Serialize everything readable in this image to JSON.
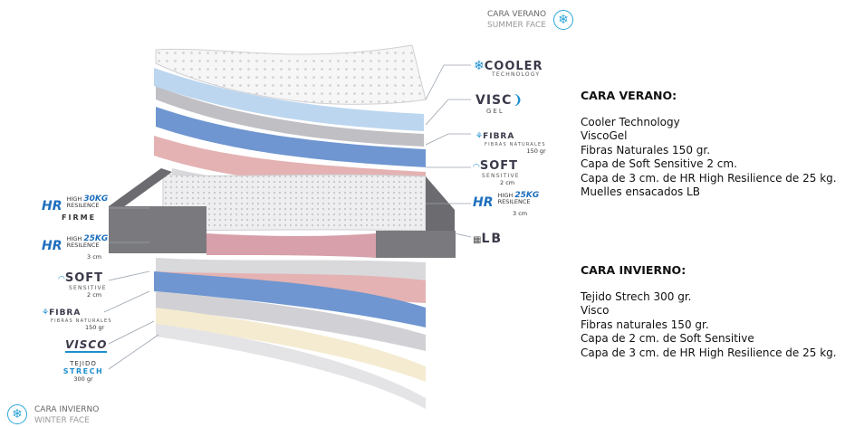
{
  "summer_face": {
    "line1": "CARA VERANO",
    "line2": "SUMMER FACE",
    "icon": "snowflake-icon"
  },
  "winter_face": {
    "line1": "CARA INVIERNO",
    "line2": "WINTER FACE",
    "icon": "snowflake-icon"
  },
  "summer_panel": {
    "title": "CARA VERANO:",
    "items": [
      "Cooler Technology",
      "ViscoGel",
      "Fibras Naturales 150 gr.",
      "Capa de Soft Sensitive 2 cm.",
      "Capa de 3 cm. de HR High Resilience de 25 kg.",
      "Muelles ensacados LB"
    ]
  },
  "winter_panel": {
    "title": "CARA INVIERNO:",
    "items": [
      "Tejido Strech 300 gr.",
      "Visco",
      "Fibras naturales 150 gr.",
      "Capa de 2 cm. de Soft Sensitive",
      "Capa de 3 cm. de HR High Resilience de 25 kg."
    ]
  },
  "logos_right": {
    "cooler": {
      "main": "COOLER",
      "sub": "TECHNOLOGY"
    },
    "visco_gel": {
      "main": "VISC",
      "sub": "GEL"
    },
    "fibra": {
      "main": "FIBRA",
      "sub": "FIBRAS NATURALES",
      "spec": "150 gr"
    },
    "soft": {
      "main": "SOFT",
      "sub": "SENSITIVE",
      "spec": "2 cm"
    },
    "hr25": {
      "mark": "HR",
      "kg": "25KG",
      "l1": "HIGH",
      "l2": "RESILENCE",
      "spec": "3 cm"
    },
    "lb": {
      "main": "LB"
    }
  },
  "logos_left": {
    "hr30": {
      "mark": "HR",
      "kg": "30KG",
      "l1": "HIGH",
      "l2": "RESILENCE",
      "spec": "FIRME"
    },
    "hr25": {
      "mark": "HR",
      "kg": "25KG",
      "l1": "HIGH",
      "l2": "RESILENCE",
      "spec": "3 cm"
    },
    "soft": {
      "main": "SOFT",
      "sub": "SENSITIVE",
      "spec": "2 cm"
    },
    "fibra": {
      "main": "FIBRA",
      "sub": "FIBRAS NATURALES",
      "spec": "150 gr"
    },
    "visco": {
      "main": "VISCO"
    },
    "tejido": {
      "l1": "TEJIDO",
      "l2": "STRECH",
      "spec": "300 gr"
    }
  },
  "colors": {
    "accent_blue": "#1d8fce",
    "layer_blue": "#6f96d1",
    "layer_light_blue": "#bcd6ef",
    "layer_pink": "#e4b2b2",
    "layer_cream": "#f4ebd1",
    "layer_grey": "#c9c9cd",
    "frame_grey": "#6c6c70"
  }
}
